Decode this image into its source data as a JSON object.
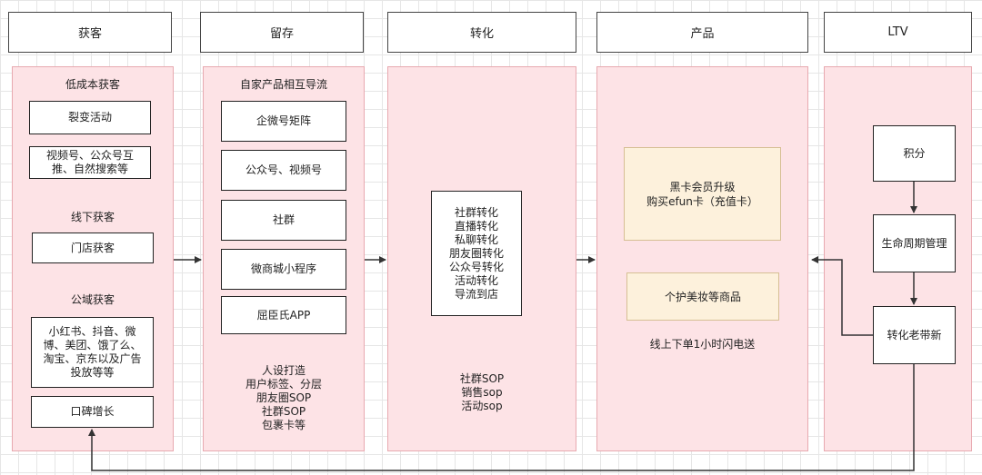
{
  "headers": {
    "acquire": "获客",
    "retain": "留存",
    "convert": "转化",
    "product": "产品",
    "ltv": "LTV"
  },
  "acquire": {
    "low_cost_title": "低成本获客",
    "fission": "裂变活动",
    "video_channels": "视频号、公众号互\n推、自然搜索等",
    "offline_title": "线下获客",
    "store": "门店获客",
    "public_title": "公域获客",
    "public_platforms": "小红书、抖音、微\n博、美团、饿了么、\n淘宝、京东以及广告\n投放等等",
    "word_of_mouth": "口碑增长"
  },
  "retain": {
    "title": "自家产品相互导流",
    "wecom": "企微号矩阵",
    "official": "公众号、视频号",
    "community": "社群",
    "miniprogram": "微商城小程序",
    "app": "屈臣氏APP",
    "notes": "人设打造\n用户标签、分层\n朋友圈SOP\n社群SOP\n包裹卡等"
  },
  "convert": {
    "methods": "社群转化\n直播转化\n私聊转化\n朋友圈转化\n公众号转化\n活动转化\n导流到店",
    "sop": "社群SOP\n销售sop\n活动sop"
  },
  "product": {
    "membership": "黑卡会员升级\n购买efun卡（充值卡）",
    "goods": "个护美妆等商品",
    "delivery": "线上下单1小时闪电送"
  },
  "ltv": {
    "points": "积分",
    "lifecycle": "生命周期管理",
    "referral": "转化老带新"
  },
  "colors": {
    "column_fill": "#fde3e6",
    "column_border": "#e8a9b0",
    "product_fill": "#fdf1dc",
    "arrow": "#333333"
  }
}
